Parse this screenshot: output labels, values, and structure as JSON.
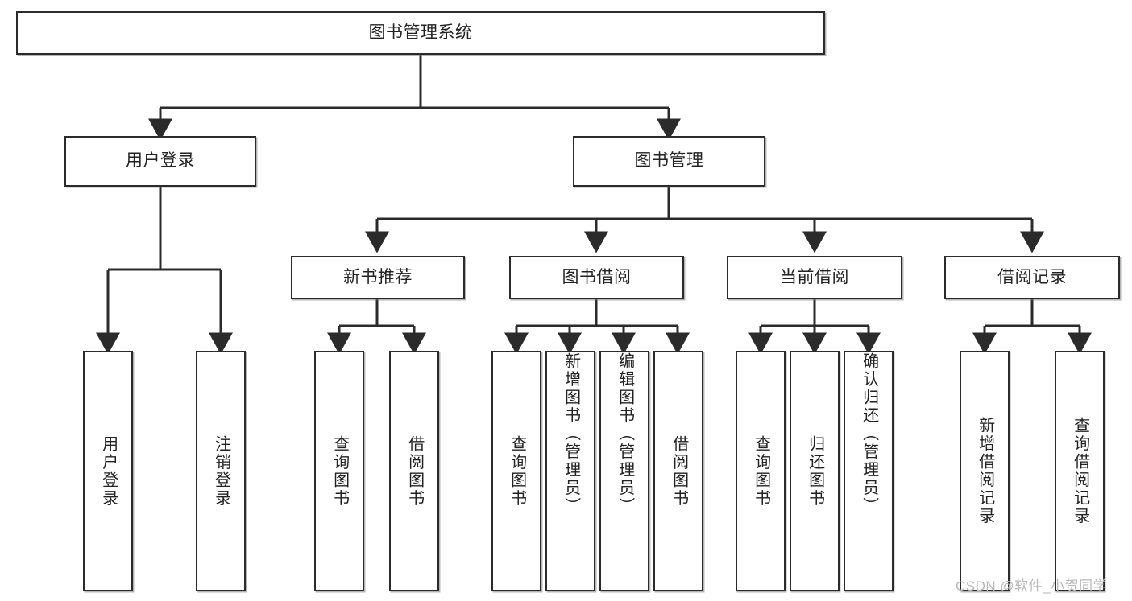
{
  "diagram": {
    "title": "图书管理系统",
    "type": "tree-hierarchy",
    "root": {
      "id": "root",
      "label": "图书管理系统"
    },
    "level2": [
      {
        "id": "user-login",
        "label": "用户登录"
      },
      {
        "id": "book-manage",
        "label": "图书管理"
      }
    ],
    "level3": [
      {
        "id": "new-book-rec",
        "label": "新书推荐",
        "parent": "book-manage"
      },
      {
        "id": "book-borrow",
        "label": "图书借阅",
        "parent": "book-manage"
      },
      {
        "id": "current-borrow",
        "label": "当前借阅",
        "parent": "book-manage"
      },
      {
        "id": "borrow-record",
        "label": "借阅记录",
        "parent": "book-manage"
      }
    ],
    "leaves": [
      {
        "id": "leaf-user-login",
        "label": "用户登录",
        "parent": "user-login"
      },
      {
        "id": "leaf-logout",
        "label": "注销登录",
        "parent": "user-login"
      },
      {
        "id": "leaf-query-book-1",
        "label": "查询图书",
        "parent": "new-book-rec"
      },
      {
        "id": "leaf-borrow-book-1",
        "label": "借阅图书",
        "parent": "new-book-rec"
      },
      {
        "id": "leaf-query-book-2",
        "label": "查询图书",
        "parent": "book-borrow"
      },
      {
        "id": "leaf-add-book",
        "label": "新增图书（管理员）",
        "parent": "book-borrow"
      },
      {
        "id": "leaf-edit-book",
        "label": "编辑图书（管理员）",
        "parent": "book-borrow"
      },
      {
        "id": "leaf-borrow-book-2",
        "label": "借阅图书",
        "parent": "book-borrow"
      },
      {
        "id": "leaf-query-book-3",
        "label": "查询图书",
        "parent": "current-borrow"
      },
      {
        "id": "leaf-return-book",
        "label": "归还图书",
        "parent": "current-borrow"
      },
      {
        "id": "leaf-confirm-return",
        "label": "确认归还（管理员）",
        "parent": "current-borrow"
      },
      {
        "id": "leaf-add-record",
        "label": "新增借阅记录",
        "parent": "borrow-record"
      },
      {
        "id": "leaf-query-record",
        "label": "查询借阅记录",
        "parent": "borrow-record"
      }
    ],
    "colors": {
      "stroke": "#2b2b2b",
      "fill": "#ffffff",
      "text": "#222222",
      "watermark": "#b9b9b9"
    }
  },
  "watermark": {
    "text": "CSDN @软件_小贺同学"
  }
}
